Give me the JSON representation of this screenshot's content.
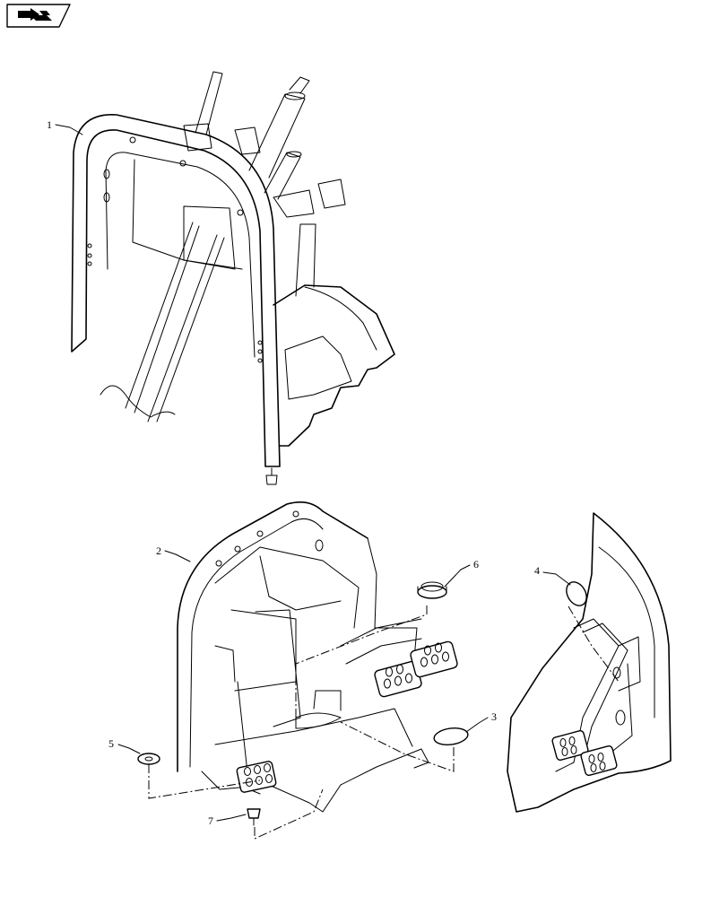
{
  "toolbar": {
    "nav_icon": "return-arrow-icon"
  },
  "callouts": [
    {
      "number": "1",
      "part": "upper-console-housing"
    },
    {
      "number": "2",
      "part": "lower-console-housing"
    },
    {
      "number": "3",
      "part": "rubber-plug"
    },
    {
      "number": "4",
      "part": "rubber-plug"
    },
    {
      "number": "5",
      "part": "washer"
    },
    {
      "number": "6",
      "part": "grommet"
    },
    {
      "number": "7",
      "part": "bolt"
    }
  ]
}
